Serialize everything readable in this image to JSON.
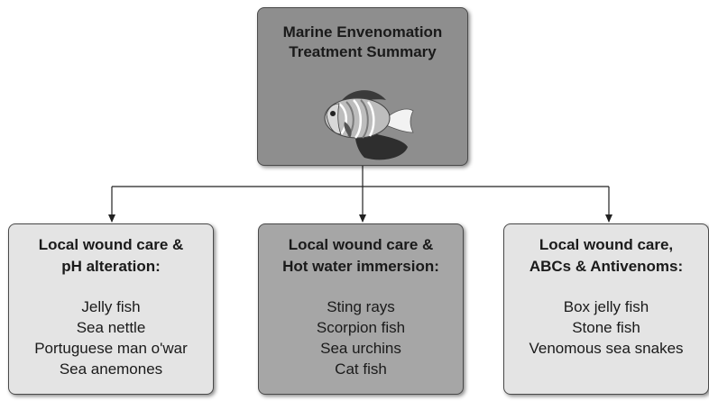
{
  "root": {
    "title_lines": [
      "Marine Envenomation",
      "Treatment Summary"
    ],
    "image_icon": "angelfish-illustration"
  },
  "categories": [
    {
      "title_lines": [
        "Local wound care &",
        "pH alteration:"
      ],
      "items": [
        "Jelly fish",
        "Sea nettle",
        "Portuguese man o'war",
        "Sea anemones"
      ]
    },
    {
      "title_lines": [
        "Local wound care &",
        "Hot water immersion:"
      ],
      "items": [
        "Sting rays",
        "Scorpion fish",
        "Sea urchins",
        "Cat fish"
      ]
    },
    {
      "title_lines": [
        "Local wound care,",
        "ABCs & Antivenoms:"
      ],
      "items": [
        "Box jelly fish",
        "Stone fish",
        "Venomous sea snakes"
      ]
    }
  ],
  "colors": {
    "root_fill": "#8e8e8e",
    "side_fill": "#e4e4e4",
    "middle_fill": "#a6a6a6",
    "line": "#222222"
  }
}
